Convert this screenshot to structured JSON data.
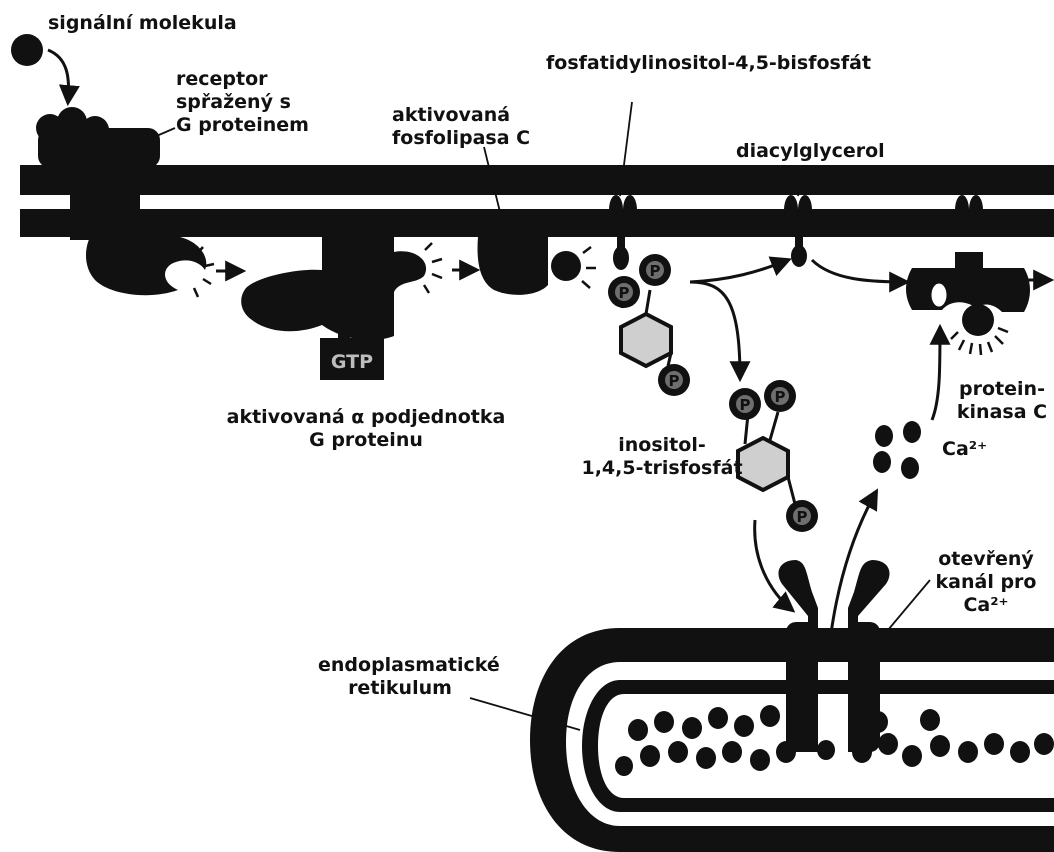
{
  "labels": {
    "signal_molecule": "signální molekula",
    "receptor_line1": "receptor",
    "receptor_line2": "spřažený s",
    "receptor_line3": "G proteinem",
    "plc_line1": "aktivovaná",
    "plc_line2": "fosfolipasa C",
    "pip2": "fosfatidylinositol-4,5-bisfosfát",
    "dag": "diacylglycerol",
    "galpha_line1": "aktivovaná α podjednotka",
    "galpha_line2": "G proteinu",
    "ip3_line1": "inositol-",
    "ip3_line2": "1,4,5-trisfosfát",
    "pkc_line1": "protein-",
    "pkc_line2": "kinasa C",
    "ca_ion": "Ca²⁺",
    "channel_line1": "otevřený",
    "channel_line2": "kanál pro",
    "channel_line3": "Ca²⁺",
    "er_line1": "endoplasmatické",
    "er_line2": "retikulum",
    "gtp": "GTP",
    "phosphate": "P"
  },
  "colors": {
    "ink": "#111111",
    "hexagon_fill": "#cfcfcf",
    "phosphate_fill": "#6e6e6e",
    "background": "#ffffff"
  }
}
